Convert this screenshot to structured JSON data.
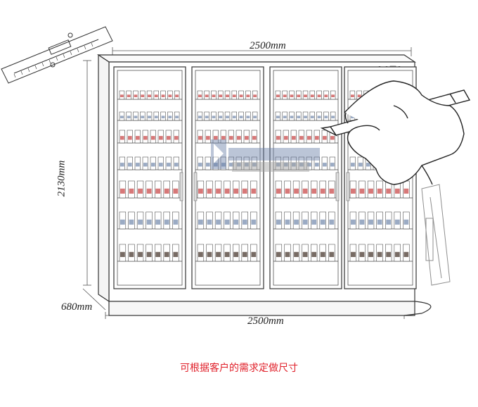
{
  "dimensions": {
    "top_width": "2500mm",
    "bottom_width": "2500mm",
    "height": "2130mm",
    "depth": "680mm"
  },
  "caption": {
    "text": "可根据客户的需求定做尺寸",
    "color": "#e0202a"
  },
  "colors": {
    "line": "#333333",
    "product_red": "#c94b4b",
    "bottle_dark": "#4a3a30"
  }
}
